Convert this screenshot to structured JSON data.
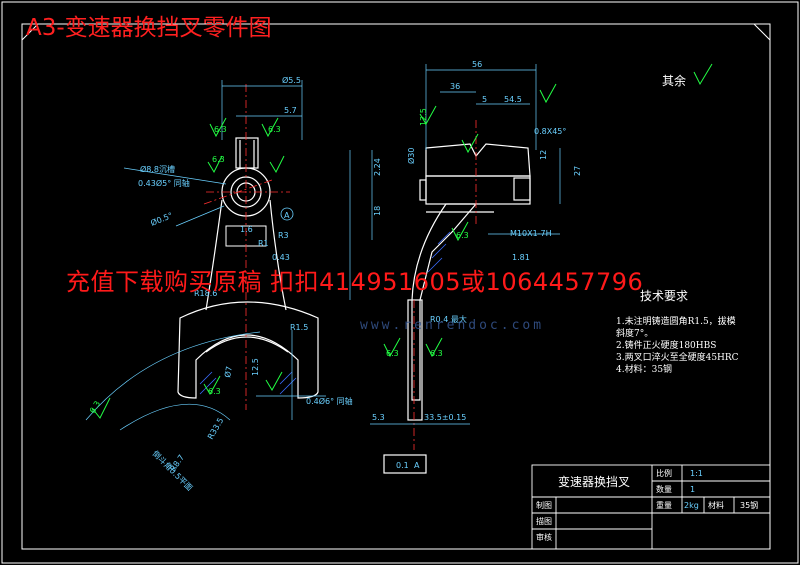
{
  "sheet_title": "A3-变速器换挡叉零件图",
  "overlay_text": "充值下载购买原稿 扣扣414951605或1064457796",
  "watermark": "www.renrendoc.com",
  "surface_note": "其余",
  "tech_requirements": {
    "title": "技术要求",
    "items": [
      "1.未注明铸造圆角R1.5，拔模",
      "斜度7°。",
      "2.铸件正火硬度180HBS",
      "3.两叉口淬火至全硬度45HRC",
      "4.材料：35钢"
    ]
  },
  "title_block": {
    "part_name": "变速器换挡叉",
    "scale_label": "比例",
    "scale_value": "1:1",
    "qty_label": "数量",
    "qty_value": "1",
    "weight_label": "重量",
    "weight_value": "2kg",
    "material_label": "材料",
    "material_value": "35钢",
    "designer_label": "制图",
    "drawer_label": "描图",
    "checker_label": "审核"
  },
  "dimensions": {
    "d1": "Ø5.5",
    "d2": "5.7",
    "d3": "6.3",
    "d4": "6.3",
    "d5": "6.3",
    "d6": "Ø8.8沉槽",
    "d7": "0.43Ø5° 同轴",
    "d8": "Ø0.5°",
    "d9": "1.6",
    "d10": "R3",
    "d11": "R1",
    "d12": "A",
    "d13": "0.43",
    "d14": "R18.6",
    "d15": "R1.5",
    "d16": "6.3",
    "d17": "Ø7",
    "d18": "12.5",
    "d19": "0.4Ø6° 同轴",
    "d20": "R33.5",
    "d21": "R8.7",
    "d22": "倒斗角0.5平面",
    "d23": "6.3",
    "s1": "56",
    "s2": "36",
    "s3": "5",
    "s4": "54.5",
    "s5": "0.8X45°",
    "s6": "12.5",
    "s7": "12",
    "s8": "27",
    "s9": "2.24",
    "s10": "Ø30",
    "s11": "18",
    "s12": "6.3",
    "s13": "M10X1-7H",
    "s14": "1.81",
    "s15": "R0.4 最大",
    "s16": "6.3",
    "s17": "6.3",
    "s18": "5.3",
    "s19": "33.5±0.15",
    "s20": "0.1",
    "s21": "A"
  },
  "colors": {
    "background": "#000000",
    "outline": "#ffffff",
    "dimension": "#6ad0ff",
    "roughness": "#22ff44",
    "title": "#ff2020",
    "watermark": "#3a5c9a",
    "centerline": "#ff3030",
    "hatch": "#3b6cff"
  }
}
